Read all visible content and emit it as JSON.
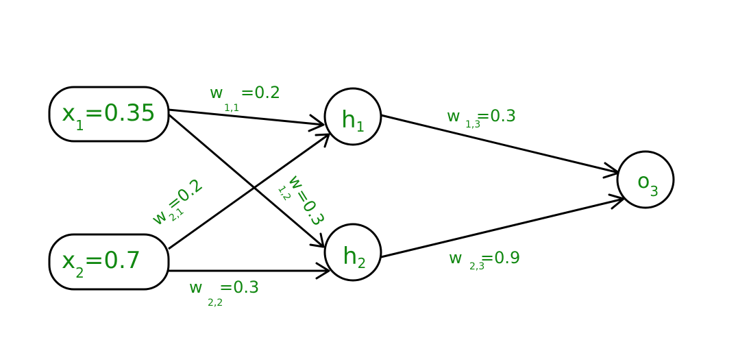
{
  "nodes": {
    "x1": {
      "symbol": "x",
      "index": "1",
      "value_text": "=0.35",
      "value": 0.35
    },
    "x2": {
      "symbol": "x",
      "index": "2",
      "value_text": "=0.7",
      "value": 0.7
    },
    "h1": {
      "symbol": "h",
      "index": "1"
    },
    "h2": {
      "symbol": "h",
      "index": "2"
    },
    "o3": {
      "symbol": "o",
      "index": "3"
    }
  },
  "weights": {
    "w11": {
      "symbol": "w",
      "index": "1,1",
      "value_text": "=0.2",
      "value": 0.2,
      "from": "x1",
      "to": "h1"
    },
    "w12": {
      "symbol": "w",
      "index": "1,2",
      "value_text": "=0.3",
      "value": 0.3,
      "from": "x1",
      "to": "h2"
    },
    "w21": {
      "symbol": "w",
      "index": "2,1",
      "value_text": "=0.2",
      "value": 0.2,
      "from": "x2",
      "to": "h1"
    },
    "w22": {
      "symbol": "w",
      "index": "2,2",
      "value_text": "=0.3",
      "value": 0.3,
      "from": "x2",
      "to": "h2"
    },
    "w13": {
      "symbol": "w",
      "index": "1,3",
      "value_text": "=0.3",
      "value": 0.3,
      "from": "h1",
      "to": "o3"
    },
    "w23": {
      "symbol": "w",
      "index": "2,3",
      "value_text": "=0.9",
      "value": 0.9,
      "from": "h2",
      "to": "o3"
    }
  },
  "colors": {
    "label": "#118811",
    "stroke": "#000000",
    "background": "#ffffff"
  }
}
